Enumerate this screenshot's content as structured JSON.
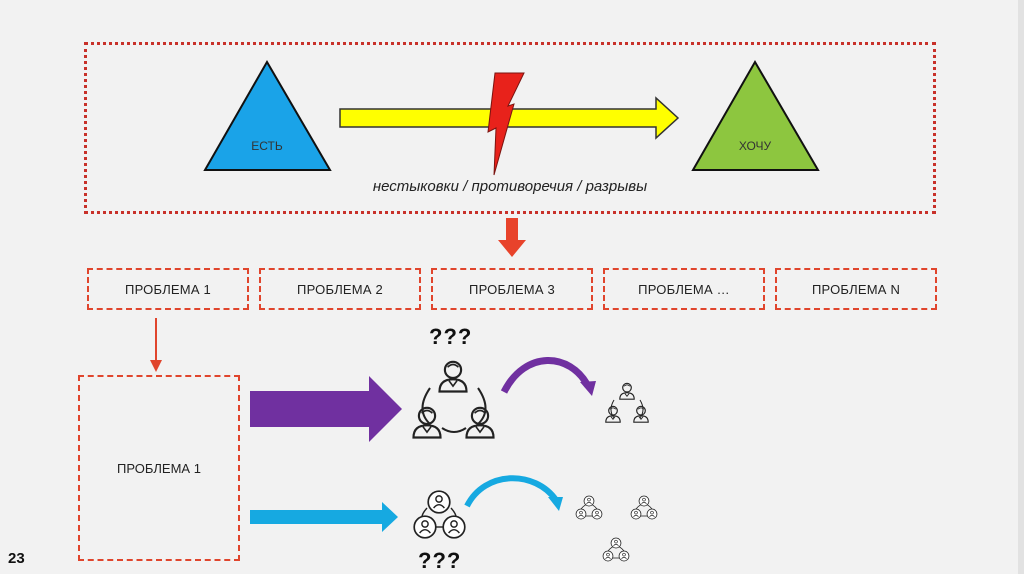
{
  "top": {
    "left_triangle_label": "ЕСТЬ",
    "right_triangle_label": "ХОЧУ",
    "gap_caption": "нестыковки / противоречия / разрывы"
  },
  "problems": [
    {
      "label": "ПРОБЛЕМА 1"
    },
    {
      "label": "ПРОБЛЕМА 2"
    },
    {
      "label": "ПРОБЛЕМА 3"
    },
    {
      "label": "ПРОБЛЕМА …"
    },
    {
      "label": "ПРОБЛЕМА N"
    }
  ],
  "detail": {
    "box_label": "ПРОБЛЕМА 1",
    "upper_question": "???",
    "lower_question": "???"
  },
  "page_number": "23",
  "colors": {
    "frame_red": "#c8312a",
    "dashed_red": "#e0452d",
    "triangle_blue": "#1aa3e8",
    "triangle_green": "#8dc63f",
    "arrow_yellow": "#ffff00",
    "lightning_red": "#e8221b",
    "arrow_purple": "#7030a0",
    "arrow_cyan": "#16a9e1"
  }
}
